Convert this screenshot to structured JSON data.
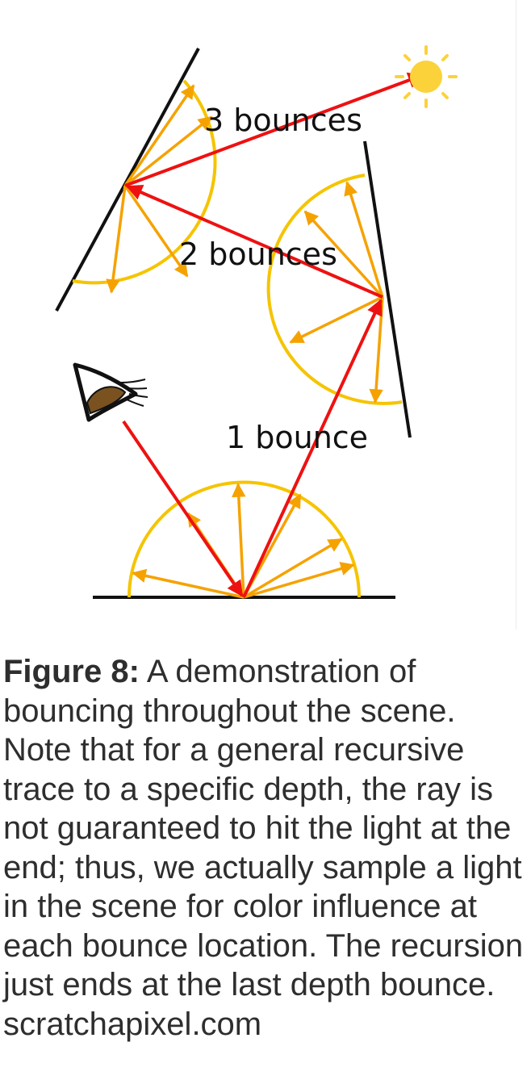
{
  "diagram": {
    "labels": {
      "three_bounces": "3 bounces",
      "two_bounces": "2 bounces",
      "one_bounce": "1 bounce"
    },
    "colors": {
      "ray": "#ee1111",
      "hemisphere": "#f5c400",
      "sample_arrow": "#f5a200",
      "surface": "#111111",
      "sun": "#fbd23a"
    },
    "icons": [
      "eye-icon",
      "sun-icon"
    ]
  },
  "caption": {
    "label": "Figure 8:",
    "text": " A demonstration of bouncing throughout the scene. Note that for a general recursive trace to a specific depth, the ray is not guaranteed to hit the light at the end; thus, we actually sample a light in the scene for color influence at each bounce location. The recursion just ends at the last depth bounce.",
    "source": "scratchapixel.com"
  }
}
